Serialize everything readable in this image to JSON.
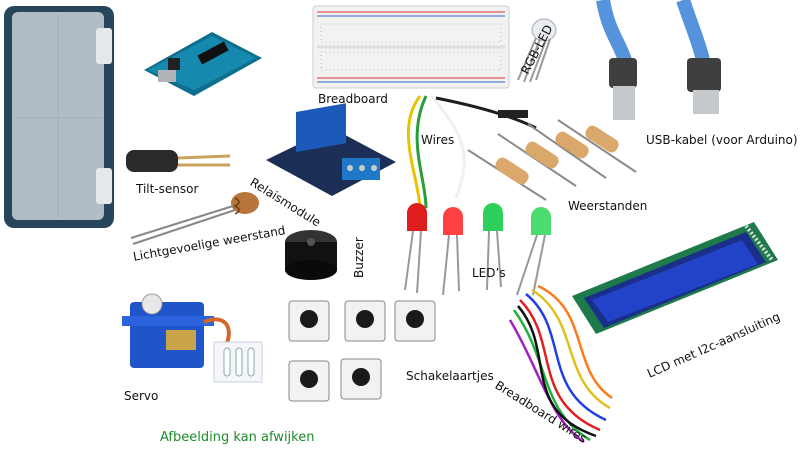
{
  "labels": {
    "breadboard": "Breadboard",
    "rgb_led": "RGB-LED",
    "usb_cable": "USB-kabel (voor Arduino)",
    "tilt_sensor": "Tilt-sensor",
    "wires": "Wires",
    "relay_module": "Relaismodule",
    "resistors": "Weerstanden",
    "light_sensitive_resistor": "Lichtgevoelige weerstand",
    "buzzer": "Buzzer",
    "leds": "LED’s",
    "lcd": "LCD met I2c-aansluiting",
    "servo": "Servo",
    "switches": "Schakelaartjes",
    "breadboard_wires": "Breadboard wires"
  },
  "note": "Afbeelding kan afwijken",
  "colors": {
    "note_text": "#1d8a2c",
    "label_text": "#111111"
  }
}
